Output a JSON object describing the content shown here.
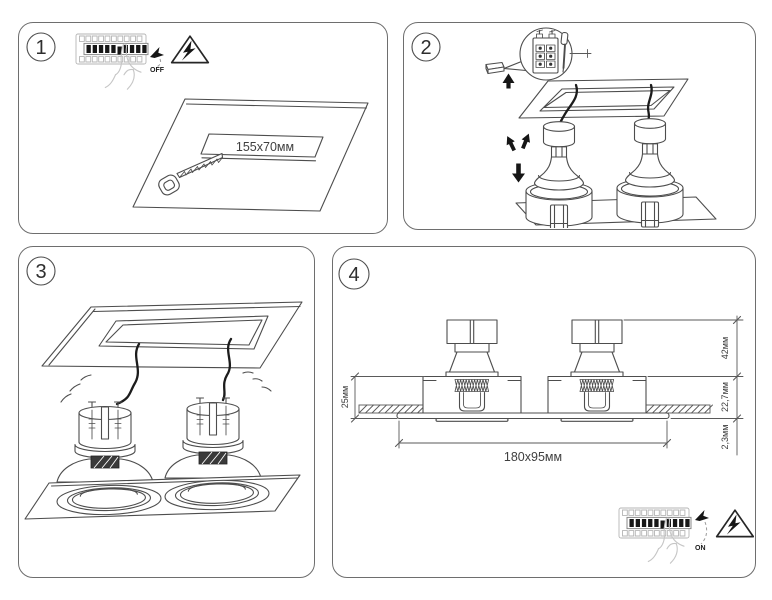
{
  "document": {
    "background": "#ffffff",
    "line_color": "#4d4d4d"
  },
  "steps": [
    {
      "number": "1",
      "switch_label": "OFF",
      "cutout_label": "155x70мм"
    },
    {
      "number": "2"
    },
    {
      "number": "3"
    },
    {
      "number": "4",
      "switch_label": "ON",
      "dims": {
        "lamp_height": "42мм",
        "housing_height": "22,7мм",
        "plate_offset": "2,3мм",
        "recess_depth": "25мм",
        "plate_size": "180x95мм"
      }
    }
  ]
}
